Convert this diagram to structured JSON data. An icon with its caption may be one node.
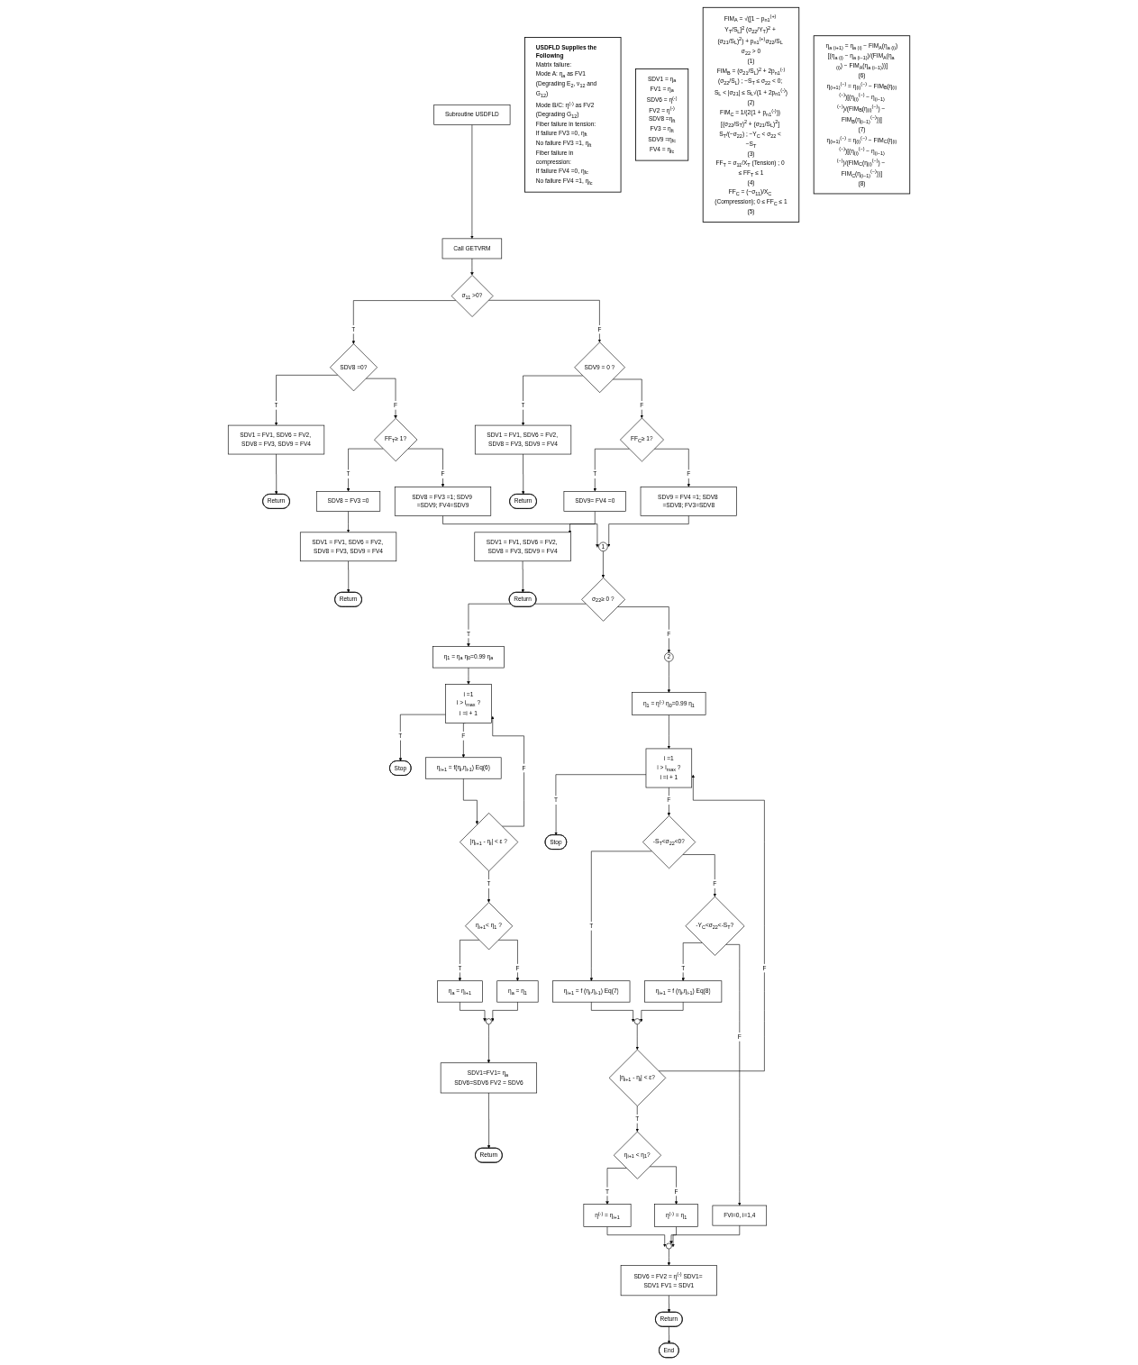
{
  "diagram": {
    "nodes": [
      {
        "text": [
          "Subroutine USDFLD"
        ]
      },
      {
        "text": [
          "Call GETVRM"
        ]
      },
      {
        "text": [
          "σ$_{11}$ >0?"
        ]
      },
      {
        "text": [
          "SDV8 =0?"
        ]
      },
      {
        "text": [
          "SDV1 = FV1, SDV6 = FV2, SDV8 = FV3, SDV9 = FV4"
        ]
      },
      {
        "text": [
          "Return"
        ]
      },
      {
        "text": [
          "FF$_{T}$≥ 1?"
        ]
      },
      {
        "text": [
          "SDV8 = FV3 =0"
        ]
      },
      {
        "text": [
          "SDV1 = FV1, SDV6 = FV2, SDV8 = FV3, SDV9 = FV4"
        ]
      },
      {
        "text": [
          "Return"
        ]
      },
      {
        "text": [
          "SDV8 = FV3 =1; SDV9 =SDV9; FV4=SDV9"
        ]
      },
      {
        "text": [
          "SDV9 = 0 ?"
        ]
      },
      {
        "text": [
          "SDV1 = FV1, SDV6 = FV2, SDV8 = FV3, SDV9 = FV4"
        ]
      },
      {
        "text": [
          "Return"
        ]
      },
      {
        "text": [
          "FF$_{C}$≥ 1?"
        ]
      },
      {
        "text": [
          "SDV9= FV4 =0"
        ]
      },
      {
        "text": [
          "SDV1 = FV1, SDV6 = FV2, SDV8 = FV3, SDV9 = FV4"
        ]
      },
      {
        "text": [
          "Return"
        ]
      },
      {
        "text": [
          "SDV9 = FV4 =1; SDV8 =SDV8; FV3=SDV8"
        ]
      },
      {
        "text": [
          "1"
        ]
      },
      {
        "text": [
          "σ$_{22}$≥ 0 ?"
        ]
      },
      {
        "text": [
          "η$_{1}$ = η$_{a}$ η$_{0}$=0.99 η$_{a}$"
        ]
      },
      {
        "text": [
          "i =1",
          "i > i$_{max}$ ?",
          "i =i + 1"
        ]
      },
      {
        "text": [
          "Stop"
        ]
      },
      {
        "text": [
          "η$_{i+1}$ = f(η$_{i}$,η$_{i-1}$) Eq(6)"
        ]
      },
      {
        "text": [
          "|η$_{i+1}$ - η$_{i}$| < ε ?"
        ]
      },
      {
        "text": [
          "η$_{i+1}$< η$_{1}$ ?"
        ]
      },
      {
        "text": [
          "η$_{a}$ = η$_{i+1}$"
        ]
      },
      {
        "text": [
          "η$_{a}$ = η$_{1}$"
        ]
      },
      {
        "text": [],
        "shape": "circle"
      },
      {
        "text": [
          "SDV1=FV1= η$_{a}$ SDV6=SDV6 FV2 = SDV6"
        ]
      },
      {
        "text": [
          "Return"
        ]
      },
      {
        "text": [
          "2"
        ]
      },
      {
        "text": [
          "η$_{1}$ = η$^{(-)}$ η$_{0}$=0.99 η$_{1}$"
        ]
      },
      {
        "text": [
          "i =1",
          "i > i$_{max}$ ?",
          "i =i + 1"
        ]
      },
      {
        "text": [
          "Stop"
        ]
      },
      {
        "text": [
          "-S$_{T}$<σ$_{22}$<0?"
        ]
      },
      {
        "text": [
          "η$_{i+1}$ = f (η$_{i}$,η$_{i-1}$) Eq(7)"
        ]
      },
      {
        "text": [
          "-Y$_{C}$<σ$_{22}$<-S$_{T}$?"
        ]
      },
      {
        "text": [
          "η$_{i+1}$ = f (η$_{i}$,η$_{i-1}$) Eq(8)"
        ]
      },
      {
        "text": [
          "FVi=0, i=1,4"
        ]
      },
      {
        "text": [],
        "shape": "circle"
      },
      {
        "text": [
          "|η$_{i+1}$ - η$_{i}$| < ε?"
        ]
      },
      {
        "text": [
          "η$_{i+1}$ < η$_{1}$?"
        ]
      },
      {
        "text": [
          "η$^{(-)}$ = η$_{i+1}$"
        ]
      },
      {
        "text": [
          "η$^{(-)}$ = η$_{1}$"
        ]
      },
      {
        "text": [],
        "shape": "circle"
      },
      {
        "text": [
          "SDV6 = FV2 = η$^{(-)}$ SDV1= SDV1 FV1 = SDV1"
        ]
      },
      {
        "text": [
          "Return"
        ]
      },
      {
        "text": [
          "End"
        ]
      },
      {
        "text": [
          "USDFLD Supplies the Following",
          "Matrix failure:",
          "Mode A: η$_{a}$ as FV1 (Degrading E$_{2}$, ν$_{12}$ and G$_{12}$)",
          "Mode B/C: η$^{(-)}$ as FV2 (Degrading G$_{12}$)",
          "Fiber failure in tension:",
          "If failure FV3 =0, η$_{ft}$",
          "No failure FV3 =1, η$_{ft}$",
          "Fiber failure in compression:",
          "If failure FV4 =0, η$_{fc}$",
          "No failure FV4 =1, η$_{fc}$"
        ]
      },
      {
        "text": [
          "SDV1 = η$_{a}$",
          "FV1 = η$_{a}$",
          "SDV6 = η$^{(-)}$",
          "FV2 = η$^{(-)}$",
          "SDV8 =η$_{ft}$",
          "FV3 = η$_{ft}$",
          "SDV9 =η$_{fc}$",
          "FV4 = η$_{fc}$"
        ]
      },
      {
        "text": [
          "FIM$_{A}$ = √([1 − p$_{n1}$$^{(+)}$ Y$_{T}$/S$_{L}$]$^{2}$ (σ$_{22}$/Y$_{T}$)$^{2}$ + (σ$_{21}$/S$_{L}$)$^{2}$) + p$_{n1}$$^{(+)}$σ$_{22}$/S$_{L}$ σ$_{22}$ > 0",
          "(1)",
          "FIM$_{B}$ = (σ$_{21}$/S$_{L}$)$^{2}$ + 2p$_{n1}$$^{(-)}$(σ$_{22}$/S$_{L}$) ; −S$_{T}$ ≤ σ$_{22}$ < 0; S$_{L}$ < |σ$_{21}$| ≤ S$_{L}$√(1 + 2p$_{n1}$$^{(-)}$)",
          "(2)",
          "FIM$_{C}$ = 1/(2(1 + p$_{n1}$$^{(-)}$)) [(σ$_{22}$/S$_{T}$)$^{2}$ + (σ$_{21}$/S$_{L}$)$^{2}$] S$_{T}$/(−σ$_{22}$) ; −Y$_{C}$ < σ$_{22}$ < −S$_{T}$",
          "(3)",
          "FF$_{T}$ = σ$_{11}$/X$_{T}$ (Tension) ; 0 ≤ FF$_{T}$ ≤ 1",
          "(4)",
          "FF$_{C}$ = (−σ$_{11}$)/X$_{C}$ (Compression); 0 ≤ FF$_{C}$ ≤ 1",
          "(5)"
        ]
      },
      {
        "text": [
          "η$_{a (i+1)}$ = η$_{a (i)}$ − FIM$_{A}$(η$_{a (i)}$)[(η$_{a (i)}$ − η$_{a (i−1)}$)/(FIM$_{A}$(η$_{a (i)}$) − FIM$_{A}$(η$_{a (i−1)}$))]",
          "(6)",
          "η$_{(i+1)}$$^{(−)}$ = η$_{(i)}$$^{(−)}$ − FIM$_{B}$(η$_{(i)}$$^{(−)}$)[(η$_{(i)}$$^{(−)}$ − η$_{(i−1)}$$^{(−)}$)/(FIM$_{B}$(η$_{(i)}$$^{(−)}$) − FIM$_{B}$(η$_{(i−1)}$$^{(−)}$))]",
          "(7)",
          "η$_{(i+1)}$$^{(−)}$ = η$_{(i)}$$^{(−)}$ − FIM$_{C}$(η$_{(i)}$$^{(−)}$)[(η$_{(i)}$$^{(−)}$ − η$_{(i−1)}$$^{(−)}$)/(FIM$_{C}$(η$_{(i)}$$^{(−)}$) − FIM$_{C}$(η$_{(i−1)}$$^{(−)}$))]",
          "(8)"
        ]
      }
    ],
    "edges": [
      {
        "from": 0,
        "to": 1,
        "arrow": "to"
      },
      {
        "from": 1,
        "to": 2,
        "arrow": "to"
      },
      {
        "from": 2,
        "to": 3,
        "label": "T",
        "arrow": "to"
      },
      {
        "from": 2,
        "to": 11,
        "label": "F",
        "arrow": "to"
      },
      {
        "from": 3,
        "to": 4,
        "label": "T",
        "arrow": "to"
      },
      {
        "from": 4,
        "to": 5,
        "arrow": "to"
      },
      {
        "from": 3,
        "to": 6,
        "label": "F",
        "arrow": "to"
      },
      {
        "from": 6,
        "to": 7,
        "label": "T",
        "arrow": "to"
      },
      {
        "from": 7,
        "to": 8,
        "arrow": "to"
      },
      {
        "from": 8,
        "to": 9,
        "arrow": "to"
      },
      {
        "from": 6,
        "to": 10,
        "label": "F",
        "arrow": "to"
      },
      {
        "from": 10,
        "to": 19,
        "arrow": "to"
      },
      {
        "from": 11,
        "to": 12,
        "label": "T",
        "arrow": "to"
      },
      {
        "from": 12,
        "to": 13,
        "arrow": "to"
      },
      {
        "from": 11,
        "to": 14,
        "label": "F",
        "arrow": "to"
      },
      {
        "from": 14,
        "to": 15,
        "label": "T",
        "arrow": "to"
      },
      {
        "from": 15,
        "to": 16,
        "arrow": "to"
      },
      {
        "from": 16,
        "to": 17,
        "arrow": "to"
      },
      {
        "from": 14,
        "to": 18,
        "label": "F",
        "arrow": "to"
      },
      {
        "from": 18,
        "to": 19,
        "arrow": "to"
      },
      {
        "from": 19,
        "to": 20,
        "arrow": "to"
      },
      {
        "from": 20,
        "to": 21,
        "label": "T",
        "arrow": "to"
      },
      {
        "from": 20,
        "to": 32,
        "label": "F",
        "arrow": "to"
      },
      {
        "from": 21,
        "to": 22,
        "arrow": "to"
      },
      {
        "from": 22,
        "to": 23,
        "label": "T",
        "arrow": "to"
      },
      {
        "from": 22,
        "to": 24,
        "label": "F",
        "arrow": "to"
      },
      {
        "from": 24,
        "to": 25,
        "arrow": "to"
      },
      {
        "from": 25,
        "to": 26,
        "label": "T",
        "arrow": "to"
      },
      {
        "from": 25,
        "to": 22,
        "label": "F",
        "arrow": "to"
      },
      {
        "from": 26,
        "to": 27,
        "label": "T",
        "arrow": "to"
      },
      {
        "from": 26,
        "to": 28,
        "label": "F",
        "arrow": "to"
      },
      {
        "from": 27,
        "to": 29,
        "arrow": "to"
      },
      {
        "from": 28,
        "to": 29,
        "arrow": "to"
      },
      {
        "from": 29,
        "to": 30,
        "arrow": "to"
      },
      {
        "from": 30,
        "to": 31,
        "arrow": "to"
      },
      {
        "from": 32,
        "to": 33,
        "arrow": "to"
      },
      {
        "from": 33,
        "to": 34,
        "arrow": "to"
      },
      {
        "from": 34,
        "to": 35,
        "label": "T",
        "arrow": "to"
      },
      {
        "from": 34,
        "to": 36,
        "label": "F",
        "arrow": "to"
      },
      {
        "from": 36,
        "to": 37,
        "label": "T",
        "arrow": "to"
      },
      {
        "from": 36,
        "to": 38,
        "label": "F",
        "arrow": "to"
      },
      {
        "from": 37,
        "to": 41,
        "arrow": "to"
      },
      {
        "from": 38,
        "to": 39,
        "label": "T",
        "arrow": "to"
      },
      {
        "from": 38,
        "to": 40,
        "label": "F",
        "arrow": "to"
      },
      {
        "from": 39,
        "to": 41,
        "arrow": "to"
      },
      {
        "from": 41,
        "to": 42,
        "arrow": "to"
      },
      {
        "from": 42,
        "to": 43,
        "label": "T",
        "arrow": "to"
      },
      {
        "from": 42,
        "to": 34,
        "label": "F",
        "arrow": "to"
      },
      {
        "from": 43,
        "to": 44,
        "label": "T",
        "arrow": "to"
      },
      {
        "from": 43,
        "to": 45,
        "label": "F",
        "arrow": "to"
      },
      {
        "from": 44,
        "to": 46,
        "arrow": "to"
      },
      {
        "from": 45,
        "to": 46,
        "arrow": "to"
      },
      {
        "from": 40,
        "to": 46,
        "arrow": "to"
      },
      {
        "from": 46,
        "to": 47,
        "arrow": "to"
      },
      {
        "from": 47,
        "to": 48,
        "arrow": "to"
      },
      {
        "from": 48,
        "to": 49,
        "arrow": "to"
      }
    ]
  }
}
